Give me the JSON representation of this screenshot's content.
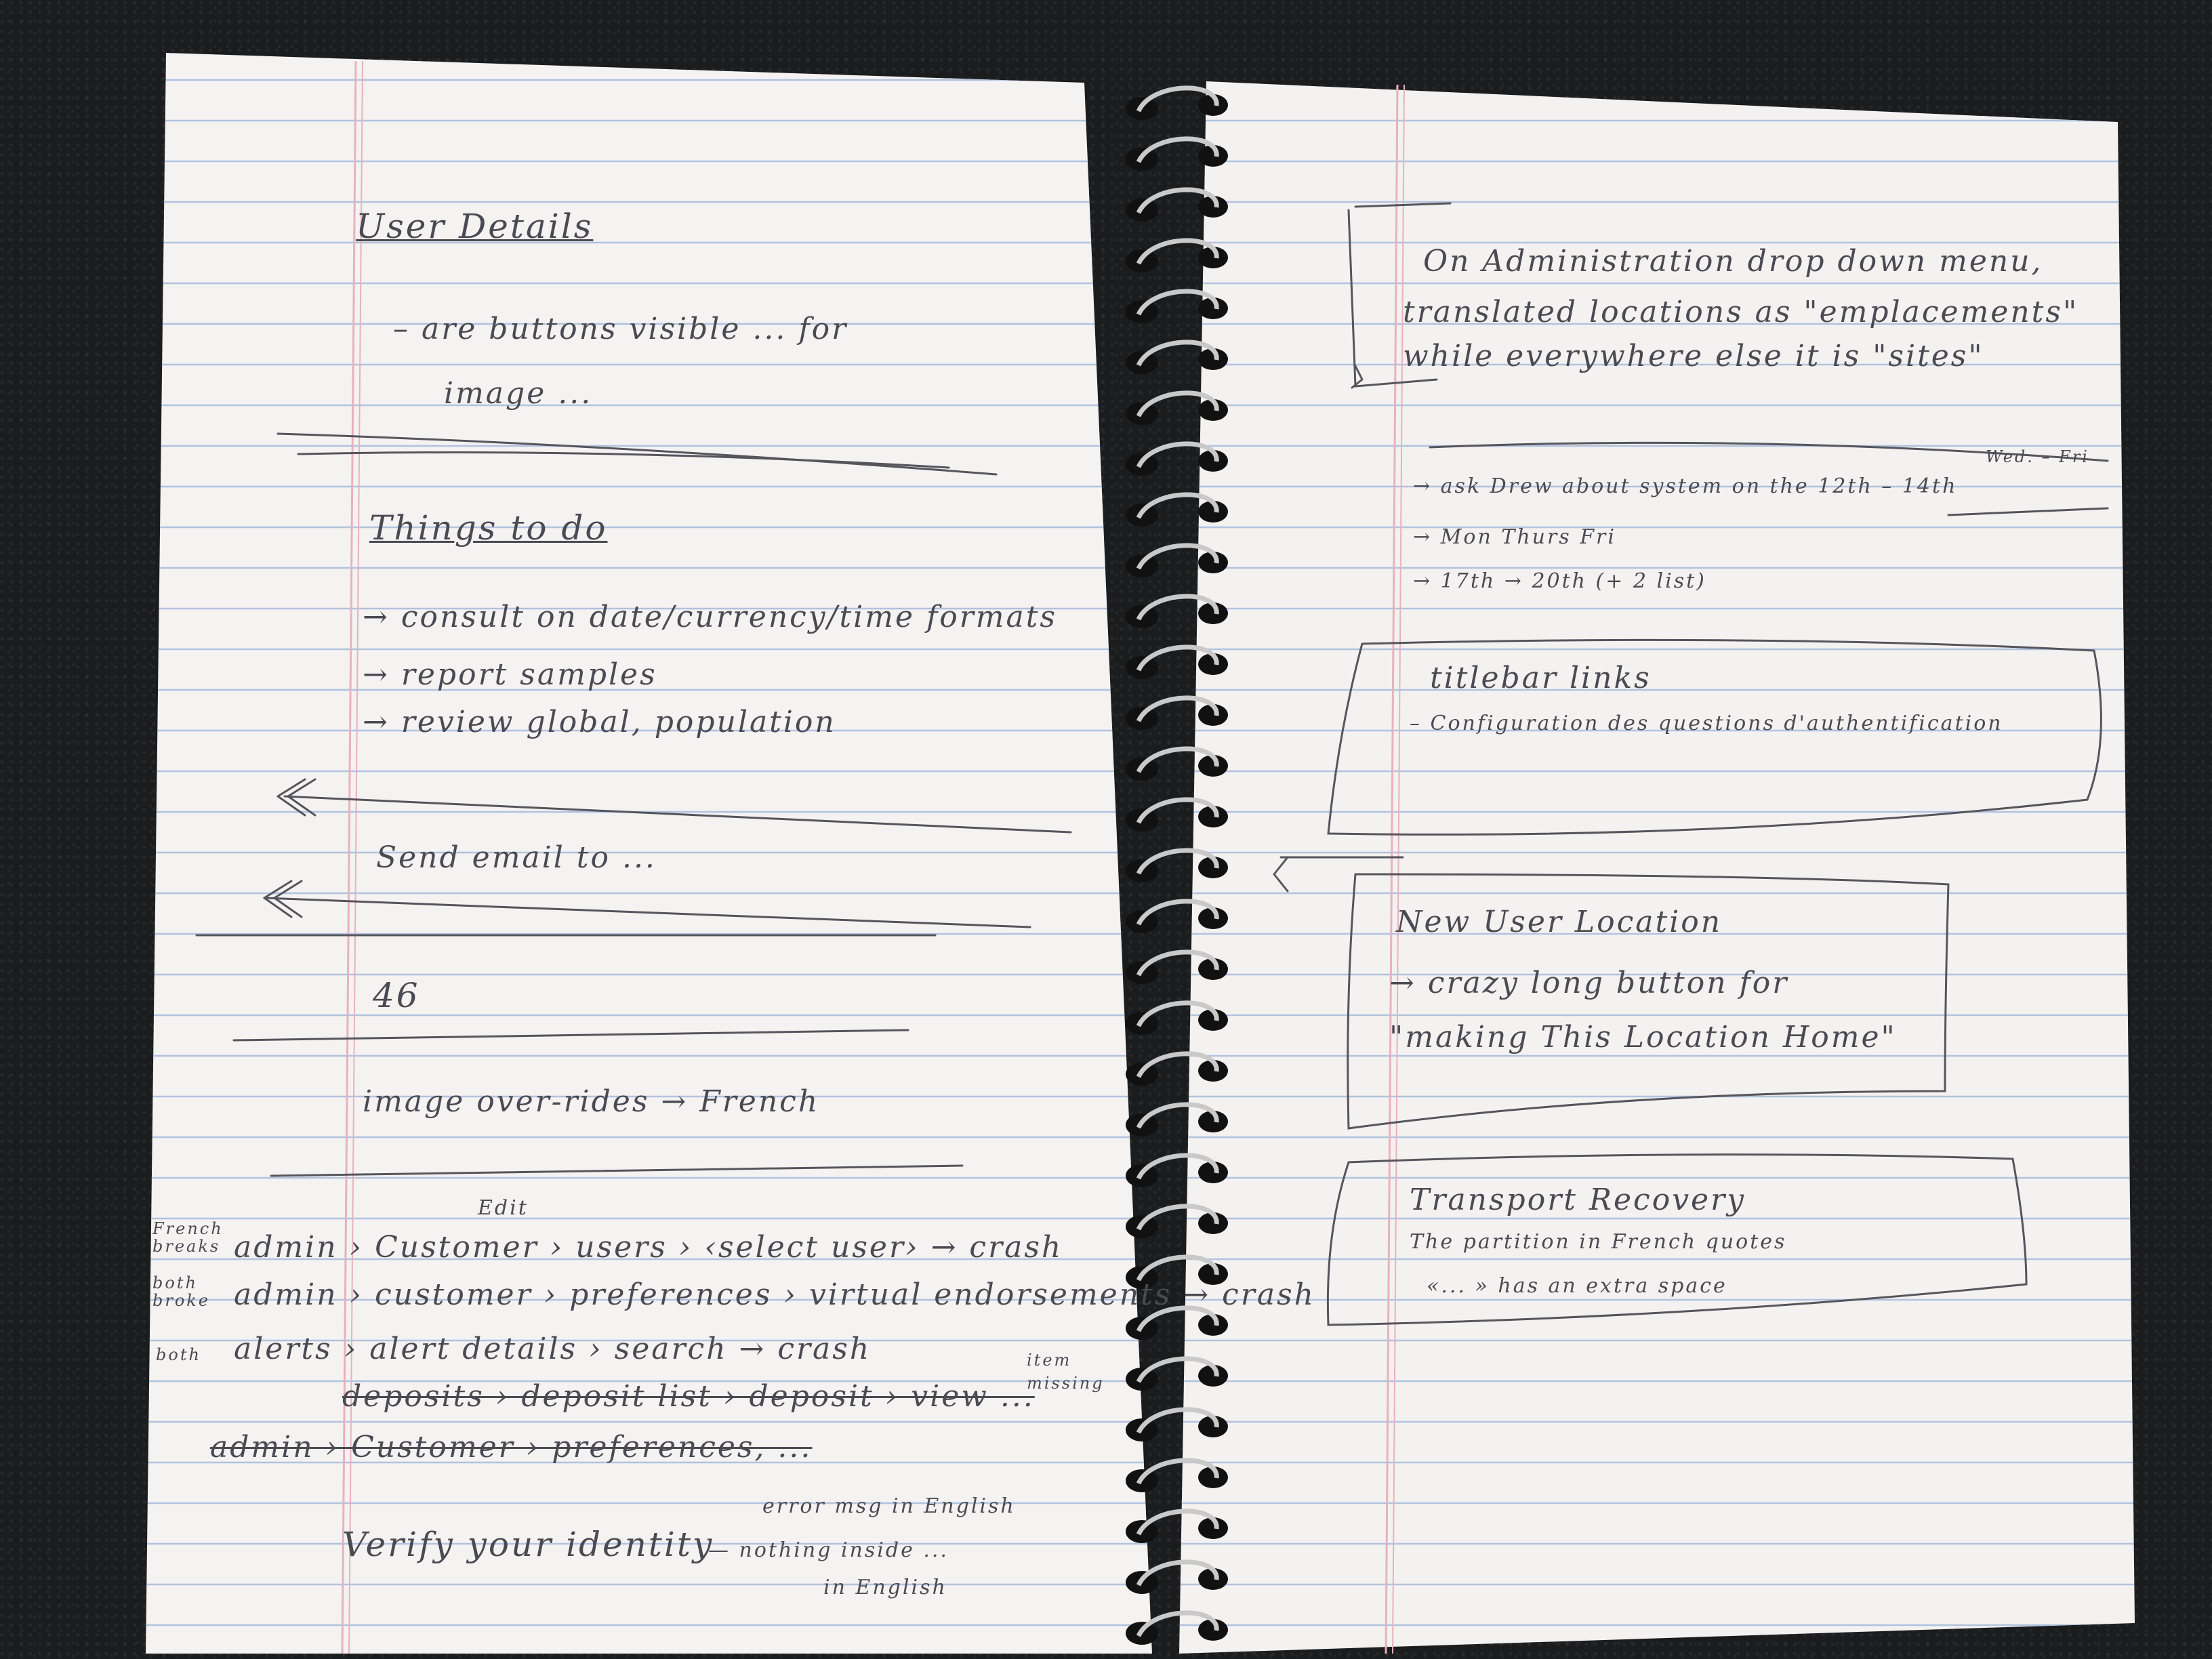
{
  "image": {
    "subject": "spiral notebook open on dark carpet",
    "colors": {
      "paper": "#f5f2f2",
      "rule_line": "#a9bedc",
      "margin_line": "#e6b3bd",
      "ink": "#4a4a52",
      "background": "#1b1c1e",
      "spiral": "#c9c9c9"
    }
  },
  "left_page": {
    "heading_user_details": "User Details",
    "user_details_note_1": "– are buttons visible ... for",
    "user_details_note_2": "image ...",
    "heading_things_to_do": "Things to do",
    "todo_1": "→ consult on date/currency/time formats",
    "todo_2": "→ report samples",
    "todo_3": "→ review global, population",
    "send_email": "Send email to ...",
    "number": "46",
    "image_overrides": "image over-rides → French",
    "crash_1_tag": "French breaks",
    "crash_1": "admin › Customer › users › ‹select user› → crash",
    "crash_1_edit": "Edit",
    "crash_2_tag": "both broke",
    "crash_2": "admin › customer › preferences › virtual endorsements → crash",
    "crash_3_tag": "both",
    "crash_3": "alerts › alert details › search → crash",
    "crash_4": "deposits › deposit list › deposit › view ...",
    "crash_4_note": "item missing",
    "crash_5": "admin › Customer › preferences, ...",
    "verify": "Verify your identity",
    "verify_note_1": "error msg in English",
    "verify_note_2": "— nothing inside ...",
    "verify_note_3": "in English"
  },
  "right_page": {
    "admin_1": "On Administration drop down menu,",
    "admin_2": "translated locations as \"emplacements\"",
    "admin_3": "while everywhere else it is \"sites\"",
    "weekday_note": "Wed. – Fri",
    "ask_drew": "→ ask Drew about system on the 12th – 14th",
    "days": "→ Mon      Thurs      Fri",
    "dates": "→ 17th → 20th  (+ 2 list)",
    "titlebar_heading": "titlebar links",
    "titlebar_note": "– Configuration des questions d'authentification",
    "new_user_heading": "New User Location",
    "new_user_1": "→ crazy long button for",
    "new_user_2": "\"making This Location Home\"",
    "transport_heading": "Transport Recovery",
    "transport_1": "The partition in French quotes",
    "transport_2": "«... » has an extra space"
  }
}
